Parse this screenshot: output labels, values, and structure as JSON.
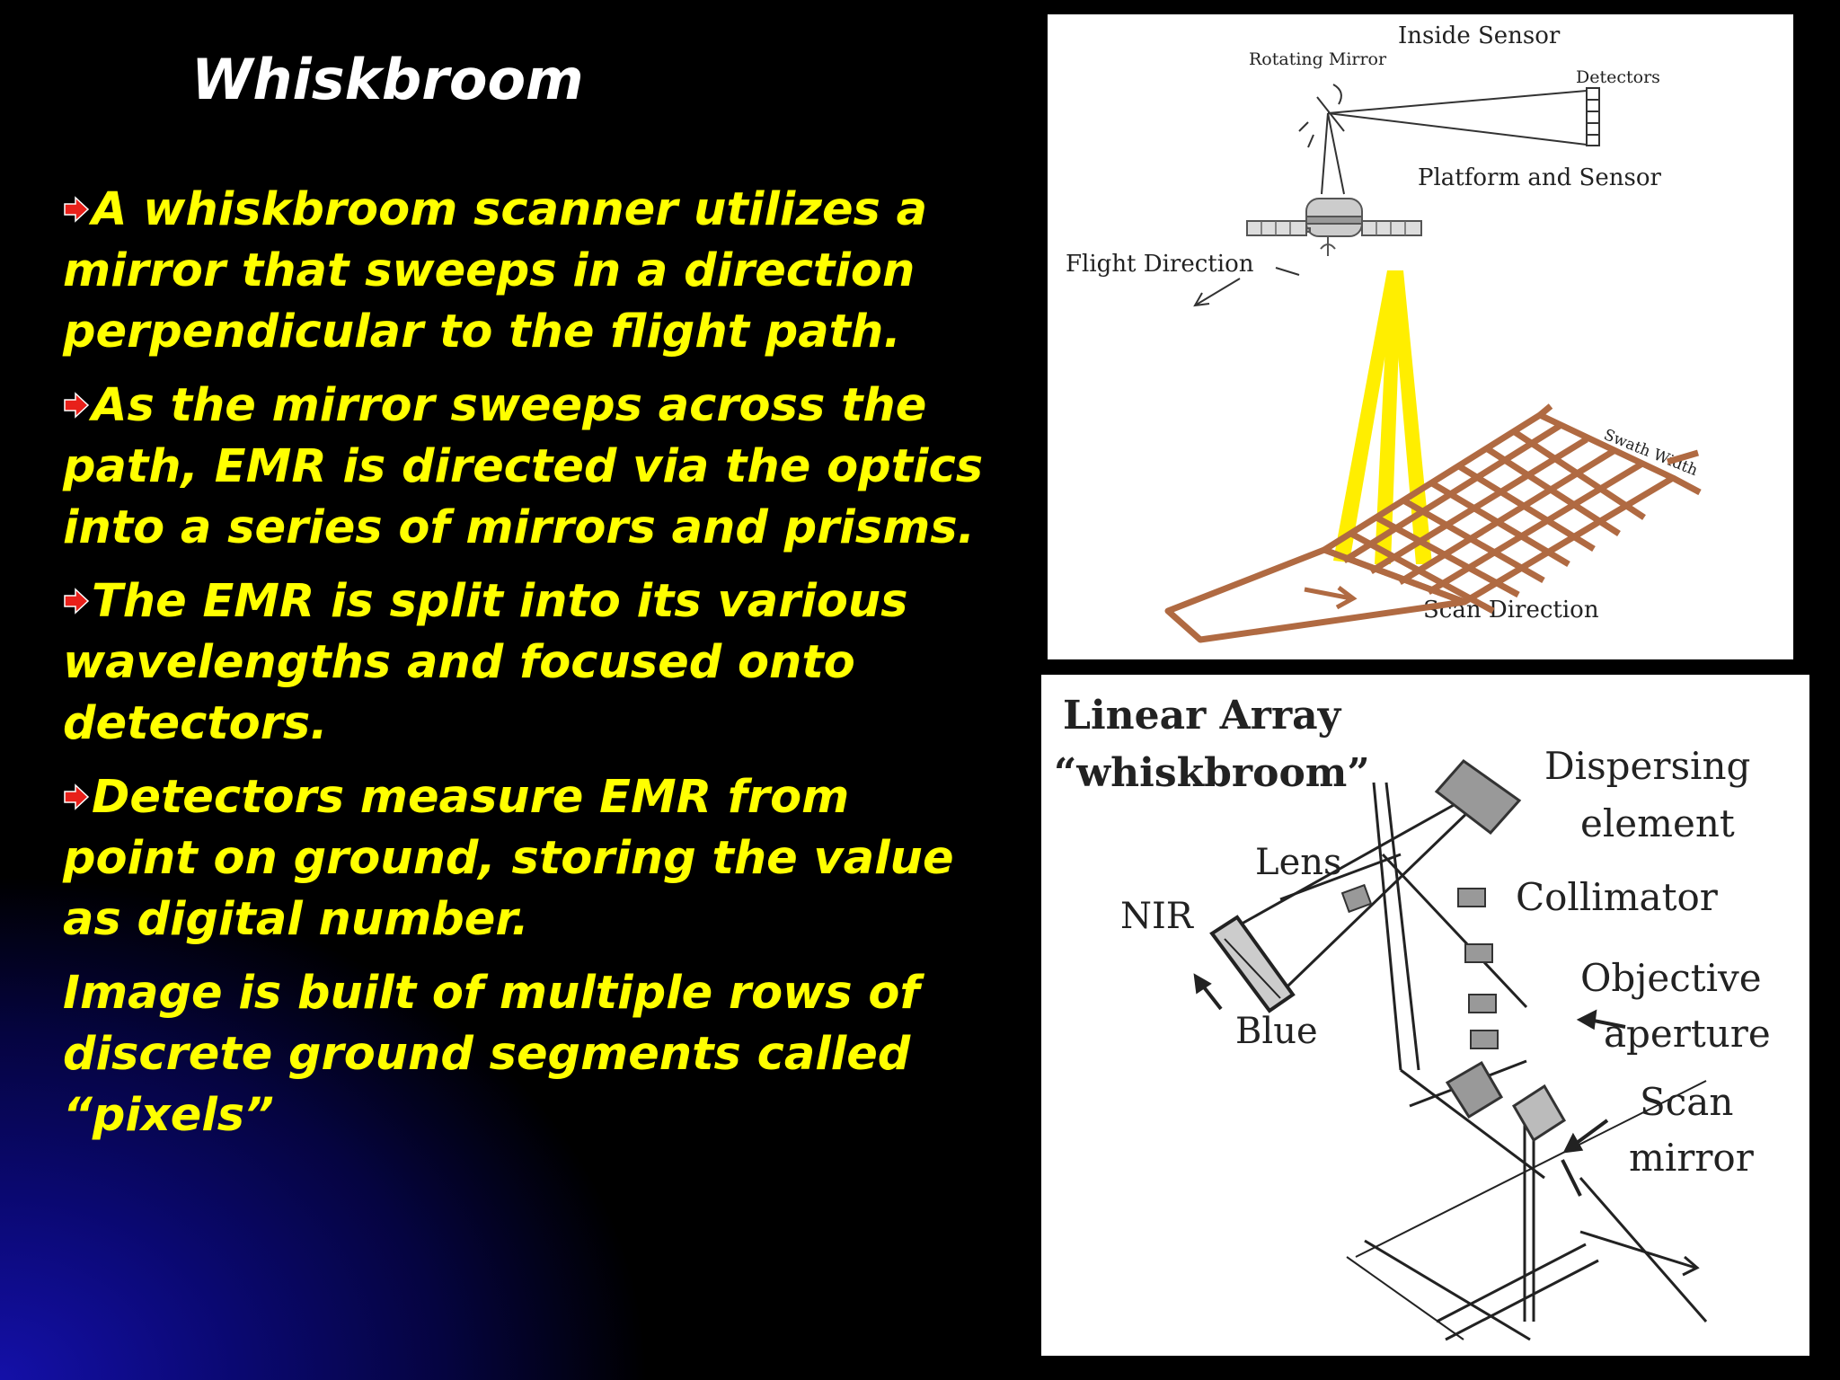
{
  "slide": {
    "title": "Whiskbroom",
    "bullets": [
      {
        "text": "A whiskbroom scanner utilizes a mirror that sweeps in a direction perpendicular to the flight path.",
        "has_arrow": true
      },
      {
        "text": "As the mirror sweeps across the path, EMR is directed via the optics into a series of mirrors and prisms.",
        "has_arrow": true
      },
      {
        "text": "The EMR is split into its various wavelengths and focused onto detectors.",
        "has_arrow": true
      },
      {
        "text": "Detectors measure EMR from point on ground, storing the value as  digital number.",
        "has_arrow": true
      },
      {
        "text": "Image is built of multiple rows of discrete ground segments called “pixels”",
        "has_arrow": false
      }
    ],
    "colors": {
      "text": "#ffff00",
      "title": "#ffffff",
      "arrow": "#e8201a",
      "grid": "#b06a42",
      "beam": "#ffee00"
    }
  },
  "diagram_top": {
    "inside_sensor": "Inside Sensor",
    "rotating_mirror": "Rotating Mirror",
    "detectors": "Detectors",
    "platform_sensor": "Platform and Sensor",
    "flight_direction": "Flight Direction",
    "swath_width": "Swath Width",
    "scan_direction": "Scan Direction"
  },
  "diagram_bottom": {
    "title_line1": "Linear Array",
    "title_line2": "“whiskbroom”",
    "dispersing_1": "Dispersing",
    "dispersing_2": "element",
    "lens": "Lens",
    "collimator": "Collimator",
    "nir": "NIR",
    "objective_1": "Objective",
    "objective_2": "aperture",
    "blue": "Blue",
    "scan_1": "Scan",
    "scan_2": "mirror"
  }
}
